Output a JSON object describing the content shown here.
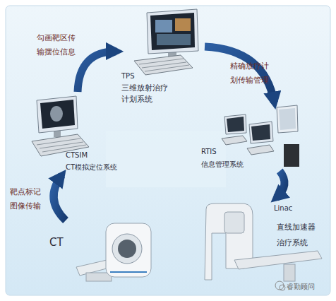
{
  "diagram": {
    "nodes": [
      {
        "text": [
          "CT"
        ]
      },
      {
        "text": [
          "CTSIM",
          "CT模拟定位系统"
        ]
      },
      {
        "text": [
          "TPS",
          "三维放射治疗 计划系统"
        ]
      },
      {
        "text": [
          "RTIS",
          "信息管理系统"
        ]
      },
      {
        "text": [
          "Linac",
          "直线加速器 治疗系统"
        ]
      }
    ],
    "edges": [
      {
        "from": 0,
        "to": 1,
        "label": "靶点标记 图像传输",
        "arrow": "to"
      },
      {
        "from": 1,
        "to": 2,
        "label": "勾画靶区传 输摆位信息",
        "arrow": "to"
      },
      {
        "from": 2,
        "to": 3,
        "label": "精确放疗计 划传输管理",
        "arrow": "to"
      },
      {
        "from": 3,
        "to": 4,
        "arrow": "to"
      }
    ],
    "labels": [
      "睿勤顾问"
    ]
  }
}
